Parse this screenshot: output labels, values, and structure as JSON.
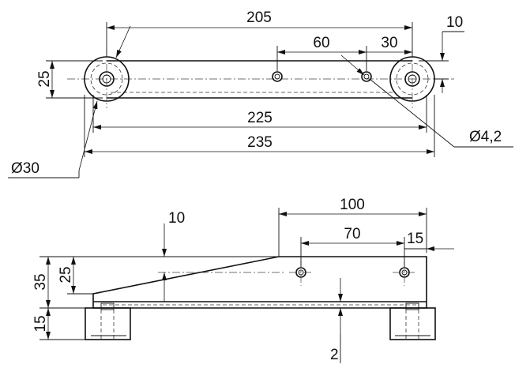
{
  "top_view": {
    "dimensions": {
      "overall_axis": "205",
      "hole_spacing": "60",
      "hole_to_wheel": "30",
      "right_offset": "10",
      "height": "25",
      "inner_length": "225",
      "total_length": "235",
      "hole_diameter": "Ø4,2",
      "wheel_diameter": "Ø30"
    }
  },
  "side_view": {
    "dimensions": {
      "ramp_height": "10",
      "top_length": "100",
      "hole_spacing": "70",
      "hole_end": "15",
      "total_height": "35",
      "profile_height": "25",
      "foot_height": "15",
      "base_thickness": "2"
    }
  },
  "colors": {
    "line": "#111111",
    "background": "#ffffff"
  }
}
